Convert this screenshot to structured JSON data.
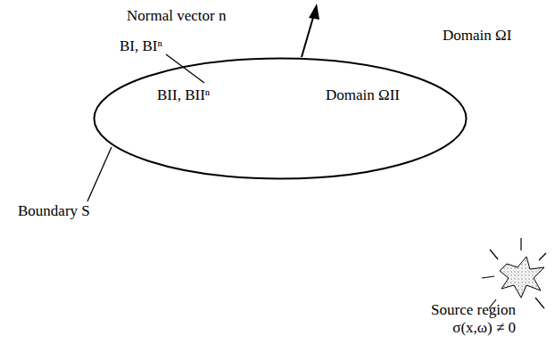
{
  "diagram": {
    "nodes": [
      {
        "text": [
          "Domain ΩII"
        ]
      }
    ],
    "labels": [
      "Normal vector n",
      "Domain ΩI",
      "BI, BIⁿ",
      "BII, BIIⁿ",
      "Boundary S",
      "Source region σ(x,ω) ≠ 0"
    ]
  }
}
